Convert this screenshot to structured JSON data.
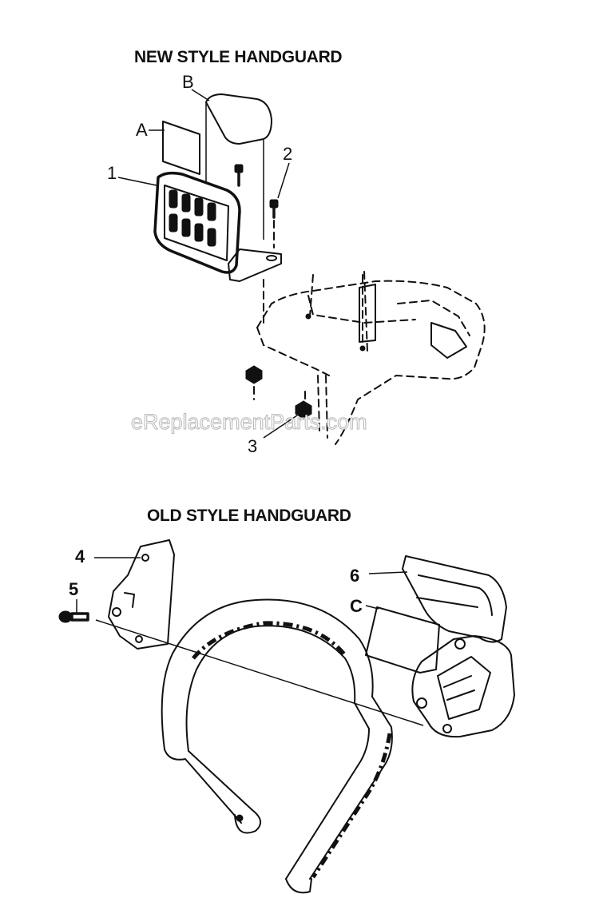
{
  "sections": {
    "new_style": {
      "title": "NEW STYLE HANDGUARD"
    },
    "old_style": {
      "title": "OLD STYLE HANDGUARD"
    }
  },
  "callouts": {
    "A": "A",
    "B": "B",
    "n1": "1",
    "n2": "2",
    "n3": "3",
    "n4": "4",
    "n5": "5",
    "n6": "6",
    "C": "C"
  },
  "watermark": "eReplacementParts.com"
}
